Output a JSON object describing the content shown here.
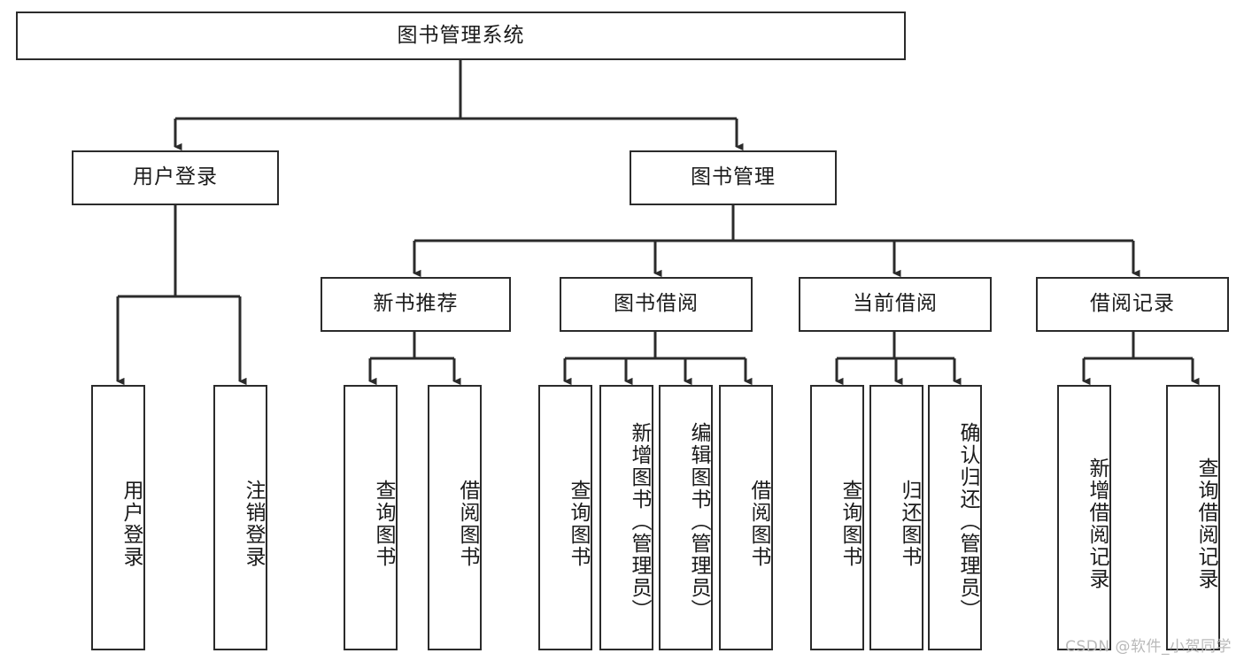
{
  "diagram": {
    "title": "图书管理系统",
    "type": "tree",
    "root": {
      "label": "图书管理系统"
    },
    "level2": [
      {
        "label": "用户登录"
      },
      {
        "label": "图书管理"
      }
    ],
    "level3": [
      {
        "label": "新书推荐"
      },
      {
        "label": "图书借阅"
      },
      {
        "label": "当前借阅"
      },
      {
        "label": "借阅记录"
      }
    ],
    "leaves": {
      "user_login": [
        {
          "label": "用户登录"
        },
        {
          "label": "注销登录"
        }
      ],
      "new_book_recommend": [
        {
          "label": "查询图书"
        },
        {
          "label": "借阅图书"
        }
      ],
      "book_borrow": [
        {
          "label": "查询图书"
        },
        {
          "label": "新增图书（管理员）"
        },
        {
          "label": "编辑图书（管理员）"
        },
        {
          "label": "借阅图书"
        }
      ],
      "current_borrow": [
        {
          "label": "查询图书"
        },
        {
          "label": "归还图书"
        },
        {
          "label": "确认归还（管理员）"
        }
      ],
      "borrow_record": [
        {
          "label": "新增借阅记录"
        },
        {
          "label": "查询借阅记录"
        }
      ]
    }
  },
  "watermark": {
    "text": "CSDN @软件_小贺同学"
  },
  "colors": {
    "stroke": "#2b2b2b",
    "fill": "#ffffff",
    "text": "#1a1a1a",
    "watermark": "#b9b9b9"
  }
}
